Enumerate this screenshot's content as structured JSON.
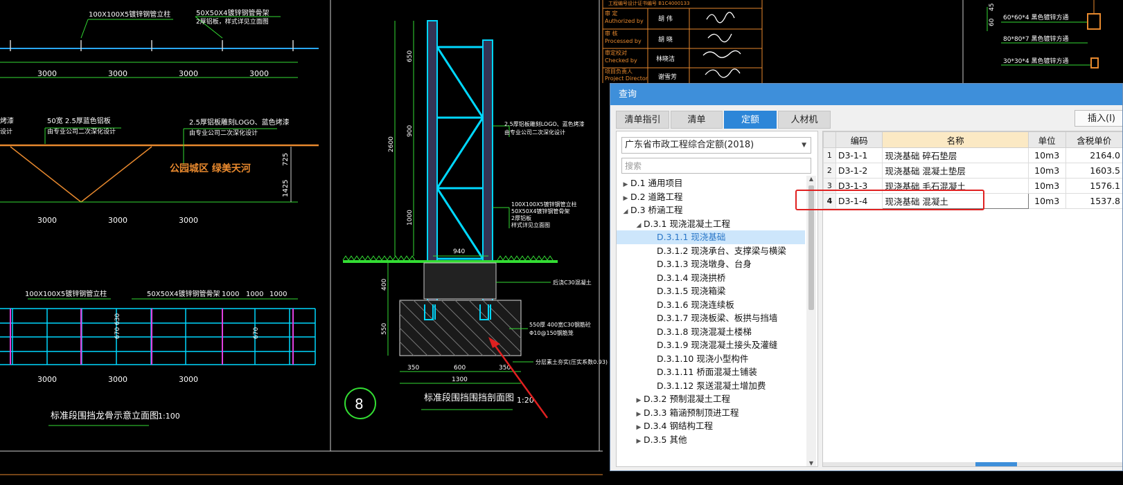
{
  "drawing": {
    "left_dims_row1": [
      "3000",
      "3000",
      "3000",
      "3000"
    ],
    "left_dims_row2": [
      "3000",
      "3000",
      "3000"
    ],
    "left_dims_row3": [
      "3000",
      "3000",
      "3000"
    ],
    "note_100x100": "100X100X5镀锌钢管立柱",
    "note_50x50_a": "50X50X4镀锌钢管骨架",
    "note_50x50_b": "2厚铝板，样式详见立面图",
    "note_50_a": "50宽 2.5厚蓝色铝板",
    "note_50_b": "由专业公司二次深化设计",
    "note_logo_a": "2.5厚铝板雕刻LOGO、蓝色烤漆",
    "note_logo_b": "由专业公司二次深化设计",
    "note_left_a": "烤漆",
    "note_left_b": "设计",
    "orange_slogan": "公园城区 绿美天河",
    "dim_725": "725",
    "dim_1425": "1425",
    "bottom_note_1": "100X100X5镀锌钢管立柱",
    "bottom_note_2": "50X50X4镀锌钢管骨架",
    "bottom_dims": [
      "1000",
      "1000",
      "1000"
    ],
    "elev_title": "标准段围挡龙骨示意立面图",
    "elev_scale": "1:100",
    "vert_dims": [
      "670",
      "630",
      "670"
    ],
    "sec_dims_v": [
      "650",
      "900",
      "2600",
      "1000",
      "400",
      "550"
    ],
    "sec_940": "940",
    "sec_bottom_dims": [
      "350",
      "600",
      "350"
    ],
    "sec_1300": "1300",
    "sec_note_logo_a": "2.5厚铝板雕刻LOGO、蓝色烤漆",
    "sec_note_logo_b": "由专业公司二次深化设计",
    "sec_note_pipes": [
      "100X100X5镀锌钢管立柱",
      "50X50X4镀锌钢管骨架",
      "2厚铝板",
      "样式详见立面图"
    ],
    "sec_note_c30": "后浇C30混凝土",
    "sec_note_550": "550厚 400宽C30钢筋砼",
    "sec_note_d10": "Φ10@150钢筋笼",
    "sec_note_soil": "分层素土夯实(压实系数0.93)",
    "section_num": "8",
    "section_title": "标准段围挡围挡剖面图",
    "section_scale": "1:20",
    "tb_top": "工程编号设计证书编号 B1C4000133",
    "tb_labels": [
      "审 定",
      "Authorized by",
      "审 核",
      "Processed by",
      "审定校对",
      "Checked by",
      "项目负责人",
      "Project Director"
    ],
    "tb_names": [
      "胡 伟",
      "胡 晓",
      "林晓洁",
      "谢雪芳"
    ],
    "right_notes": [
      "60*60*4 黑色镀锌方通",
      "80*80*7 黑色镀锌方通",
      "30*30*4 黑色镀锌方通"
    ],
    "right_dims": [
      "60",
      "45"
    ]
  },
  "dialog": {
    "title": "查询",
    "tabs": [
      "清单指引",
      "清单",
      "定额",
      "人材机"
    ],
    "active_tab": 2,
    "insert_button": "插入(I)",
    "quota_library": "广东省市政工程综合定额(2018)",
    "search_placeholder": "搜索"
  },
  "tree": [
    {
      "label": "D.1 通用项目",
      "level": 0,
      "toggle": "▶"
    },
    {
      "label": "D.2 道路工程",
      "level": 0,
      "toggle": "▶"
    },
    {
      "label": "D.3 桥涵工程",
      "level": 0,
      "toggle": "◢"
    },
    {
      "label": "D.3.1 现浇混凝土工程",
      "level": 1,
      "toggle": "◢"
    },
    {
      "label": "D.3.1.1 现浇基础",
      "level": 2,
      "toggle": "",
      "selected": true
    },
    {
      "label": "D.3.1.2 现浇承台、支撑梁与横梁",
      "level": 2,
      "toggle": ""
    },
    {
      "label": "D.3.1.3 现浇墩身、台身",
      "level": 2,
      "toggle": ""
    },
    {
      "label": "D.3.1.4 现浇拱桥",
      "level": 2,
      "toggle": ""
    },
    {
      "label": "D.3.1.5 现浇箱梁",
      "level": 2,
      "toggle": ""
    },
    {
      "label": "D.3.1.6 现浇连续板",
      "level": 2,
      "toggle": ""
    },
    {
      "label": "D.3.1.7 现浇板梁、板拱与挡墙",
      "level": 2,
      "toggle": ""
    },
    {
      "label": "D.3.1.8 现浇混凝土楼梯",
      "level": 2,
      "toggle": ""
    },
    {
      "label": "D.3.1.9 现浇混凝土接头及灌缝",
      "level": 2,
      "toggle": ""
    },
    {
      "label": "D.3.1.10 现浇小型构件",
      "level": 2,
      "toggle": ""
    },
    {
      "label": "D.3.1.11 桥面混凝土铺装",
      "level": 2,
      "toggle": ""
    },
    {
      "label": "D.3.1.12 泵送混凝土增加费",
      "level": 2,
      "toggle": ""
    },
    {
      "label": "D.3.2 预制混凝土工程",
      "level": 1,
      "toggle": "▶"
    },
    {
      "label": "D.3.3 箱涵预制顶进工程",
      "level": 1,
      "toggle": "▶"
    },
    {
      "label": "D.3.4 钢结构工程",
      "level": 1,
      "toggle": "▶"
    },
    {
      "label": "D.3.5 其他",
      "level": 1,
      "toggle": "▶"
    }
  ],
  "table": {
    "headers": [
      "编码",
      "名称",
      "单位",
      "含税单价"
    ],
    "rows": [
      {
        "no": "1",
        "code": "D3-1-1",
        "name": "现浇基础 碎石垫层",
        "unit": "10m3",
        "price": "2164.0"
      },
      {
        "no": "2",
        "code": "D3-1-2",
        "name": "现浇基础 混凝土垫层",
        "unit": "10m3",
        "price": "1603.5"
      },
      {
        "no": "3",
        "code": "D3-1-3",
        "name": "现浇基础 毛石混凝土",
        "unit": "10m3",
        "price": "1576.1"
      },
      {
        "no": "4",
        "code": "D3-1-4",
        "name": "现浇基础 混凝土",
        "unit": "10m3",
        "price": "1537.8"
      }
    ],
    "active_row": 3
  },
  "colors": {
    "accent": "#2d86d8",
    "highlight": "#e02020",
    "cad_cyan": "#00d8ff",
    "cad_green": "#33dd33",
    "cad_orange": "#e8892e"
  }
}
